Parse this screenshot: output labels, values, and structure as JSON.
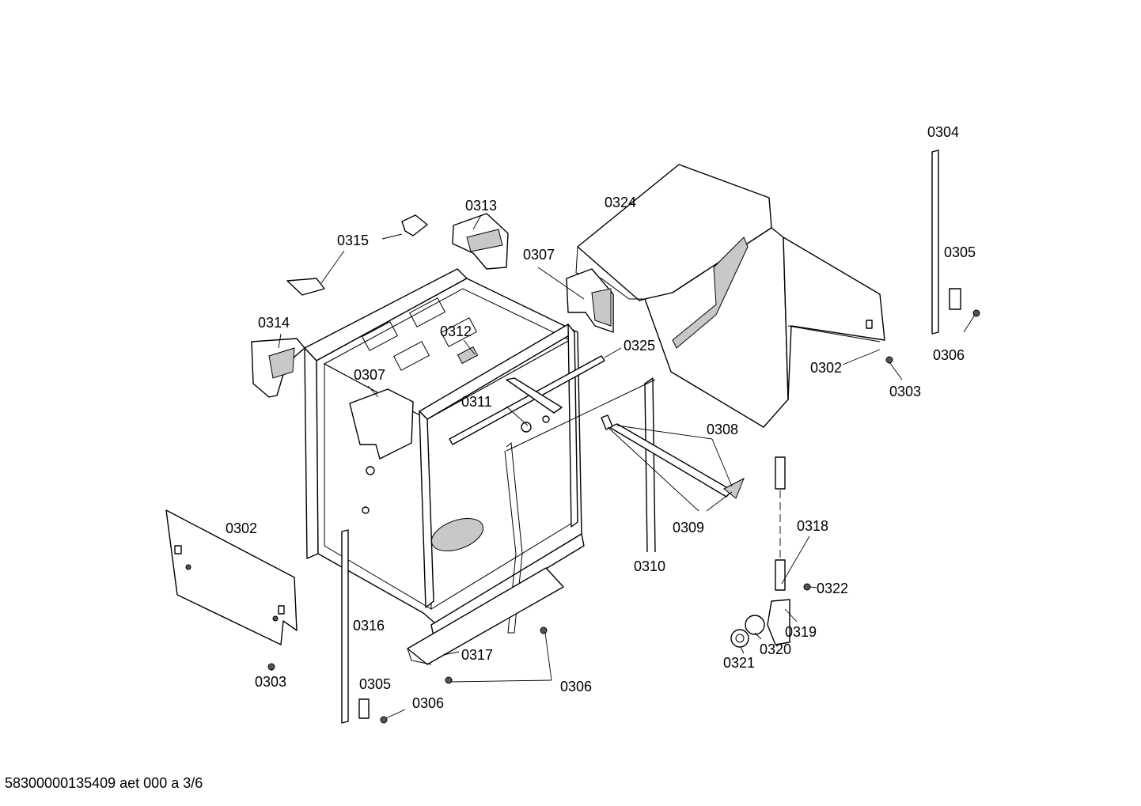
{
  "footer_code": "58300000135409 aet 000 a 3/6",
  "callouts": {
    "c0304": "0304",
    "c0324": "0324",
    "c0313": "0313",
    "c0315": "0315",
    "c0307_top": "0307",
    "c0305_right": "0305",
    "c0314": "0314",
    "c0312": "0312",
    "c0325": "0325",
    "c0306_right": "0306",
    "c0307_left": "0307",
    "c0302_right": "0302",
    "c0303_right": "0303",
    "c0311": "0311",
    "c0308": "0308",
    "c0302_left": "0302",
    "c0309": "0309",
    "c0318": "0318",
    "c0310": "0310",
    "c0322": "0322",
    "c0316": "0316",
    "c0319": "0319",
    "c0317": "0317",
    "c0320": "0320",
    "c0321": "0321",
    "c0303_left": "0303",
    "c0305_left": "0305",
    "c0306_mid": "0306",
    "c0306_left": "0306"
  }
}
